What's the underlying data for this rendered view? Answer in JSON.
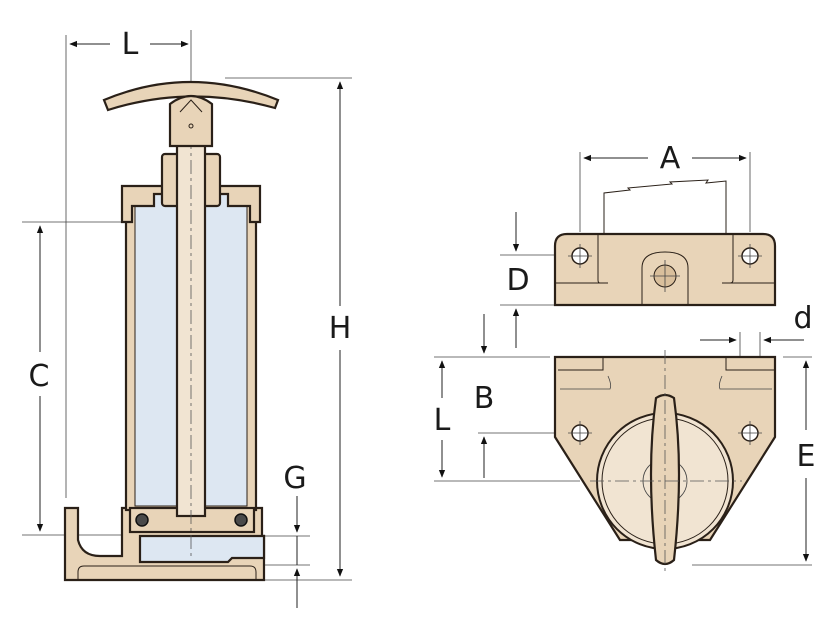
{
  "colors": {
    "bronze": "#e8d4b8",
    "bronze_dark": "#d9bf9c",
    "glass": "#dde7f2",
    "outline": "#2a2018",
    "arrow": "#111111",
    "disc": "#f1e4d2"
  },
  "side_view": {
    "labels": {
      "L": "L",
      "H": "H",
      "C": "C",
      "G": "G"
    }
  },
  "top_view": {
    "labels": {
      "A": "A",
      "D": "D"
    }
  },
  "bottom_view": {
    "labels": {
      "d": "d",
      "B": "B",
      "L": "L",
      "E": "E"
    }
  }
}
